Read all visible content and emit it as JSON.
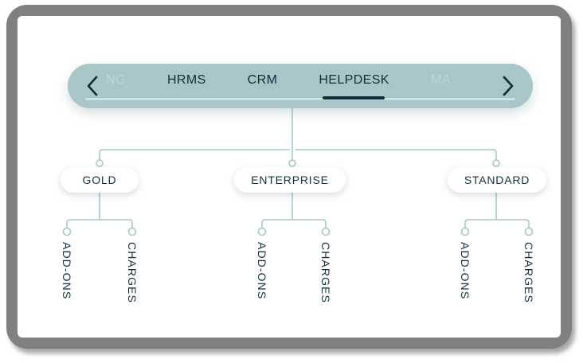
{
  "window": {
    "frame_color": "#808080",
    "screen_background": "#ffffff"
  },
  "tabbar": {
    "background_color": "#a8c5c8",
    "active_underline_color": "#13293a",
    "track_color": "#cfe0e2",
    "prev_icon": "chevron-left-icon",
    "next_icon": "chevron-right-icon",
    "tabs": [
      {
        "label": "LING",
        "state": "clipped"
      },
      {
        "label": "HRMS",
        "state": "inactive"
      },
      {
        "label": "CRM",
        "state": "active"
      },
      {
        "label": "HELPDESK",
        "state": "inactive"
      },
      {
        "label": "MA",
        "state": "clipped"
      }
    ]
  },
  "tree": {
    "line_color": "#aac6ca",
    "node_text_color": "#14303f",
    "root": "CRM",
    "branches": [
      {
        "label": "GOLD",
        "children": [
          {
            "label": "ADD-ONS"
          },
          {
            "label": "CHARGES"
          }
        ]
      },
      {
        "label": "ENTERPRISE",
        "children": [
          {
            "label": "ADD-ONS"
          },
          {
            "label": "CHARGES"
          }
        ]
      },
      {
        "label": "STANDARD",
        "children": [
          {
            "label": "ADD-ONS"
          },
          {
            "label": "CHARGES"
          }
        ]
      }
    ]
  }
}
